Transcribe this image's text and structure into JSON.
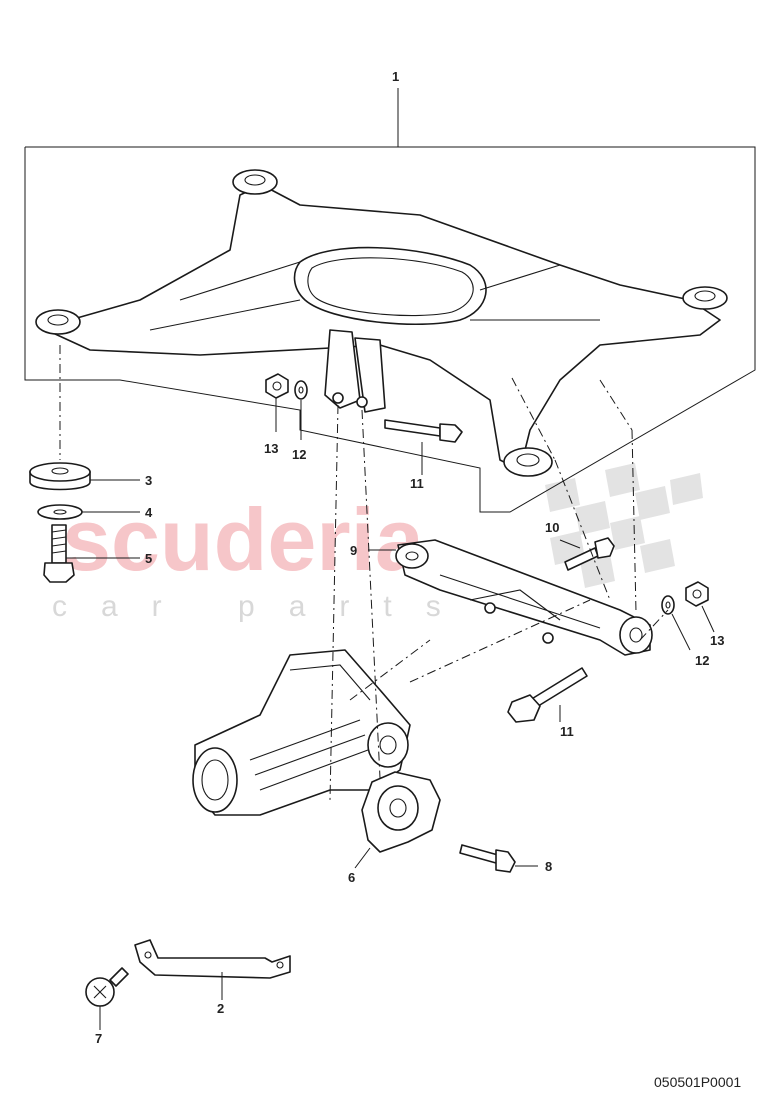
{
  "diagram": {
    "reference_code": "050501P0001",
    "watermark": {
      "brand": "scuderia",
      "tagline": "car parts"
    },
    "callouts": [
      {
        "id": "c1",
        "label": "1"
      },
      {
        "id": "c2",
        "label": "2"
      },
      {
        "id": "c3",
        "label": "3"
      },
      {
        "id": "c4",
        "label": "4"
      },
      {
        "id": "c5",
        "label": "5"
      },
      {
        "id": "c6",
        "label": "6"
      },
      {
        "id": "c7",
        "label": "7"
      },
      {
        "id": "c8",
        "label": "8"
      },
      {
        "id": "c9",
        "label": "9"
      },
      {
        "id": "c10",
        "label": "10"
      },
      {
        "id": "c11a",
        "label": "11"
      },
      {
        "id": "c11b",
        "label": "11"
      },
      {
        "id": "c12a",
        "label": "12"
      },
      {
        "id": "c12b",
        "label": "12"
      },
      {
        "id": "c13a",
        "label": "13"
      },
      {
        "id": "c13b",
        "label": "13"
      }
    ]
  }
}
